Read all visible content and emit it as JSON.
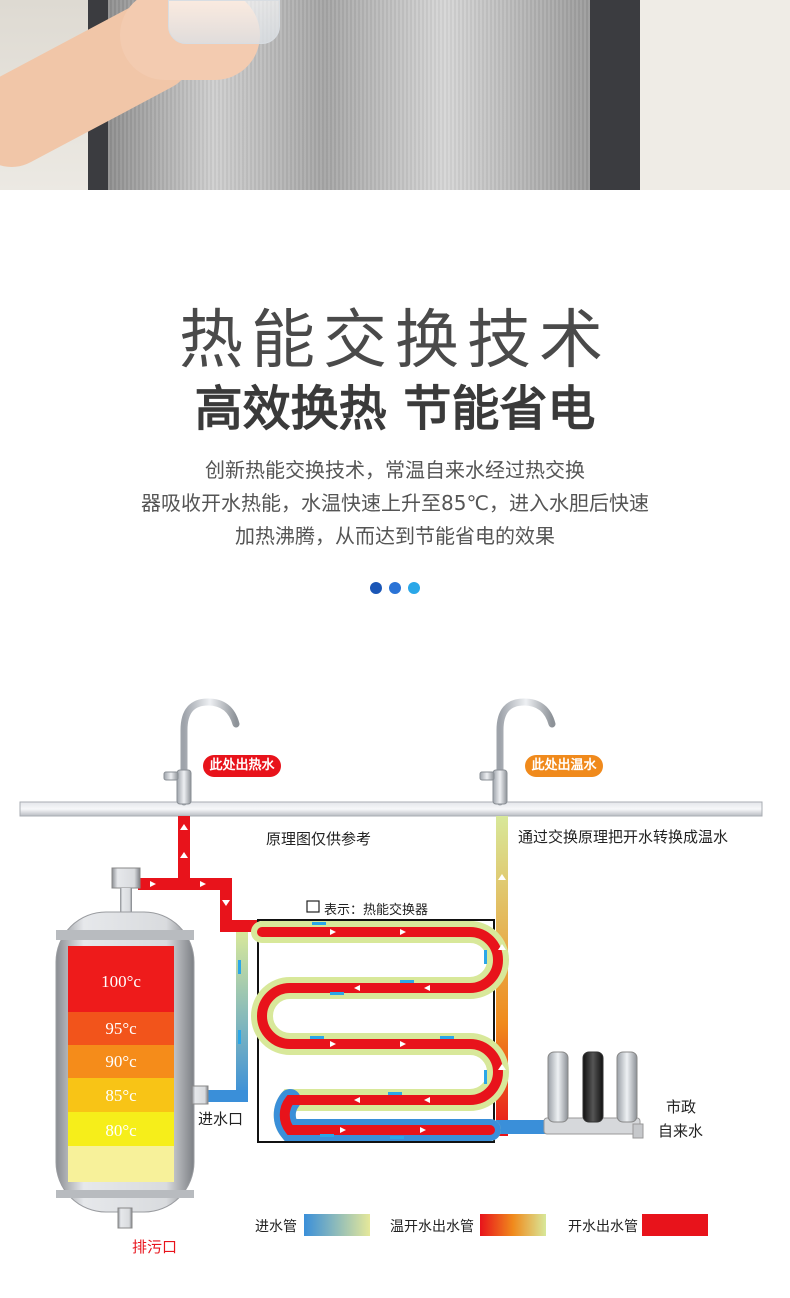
{
  "hero": {},
  "heading": {
    "title": "热能交换技术",
    "subtitle": "高效换热 节能省电",
    "description_lines": [
      "创新热能交换技术，常温自来水经过热交换",
      "器吸收开水热能，水温快速上升至85℃，进入水胆后快速",
      "加热沸腾，从而达到节能省电的效果"
    ]
  },
  "dots": [
    "#1a56b6",
    "#2a73d6",
    "#2aa7e8"
  ],
  "diagram": {
    "hot_outlet_label": "此处出热水",
    "warm_outlet_label": "此处出温水",
    "reference_note": "原理图仅供参考",
    "conversion_note": "通过交换原理把开水转换成温水",
    "exchanger_legend": "表示：热能交换器",
    "inlet_label": "进水口",
    "drain_label": "排污口",
    "tap_water_label_1": "市政",
    "tap_water_label_2": "自来水",
    "tank_levels": [
      "100°c",
      "95°c",
      "90°c",
      "85°c",
      "80°c"
    ],
    "legend": [
      {
        "label": "进水管"
      },
      {
        "label": "温开水出水管"
      },
      {
        "label": "开水出水管"
      }
    ],
    "colors": {
      "hot": "#e8131b",
      "warm": "#f08a1c",
      "cold": "#3a8fd9",
      "yellow_green": "#d8e89a"
    }
  }
}
